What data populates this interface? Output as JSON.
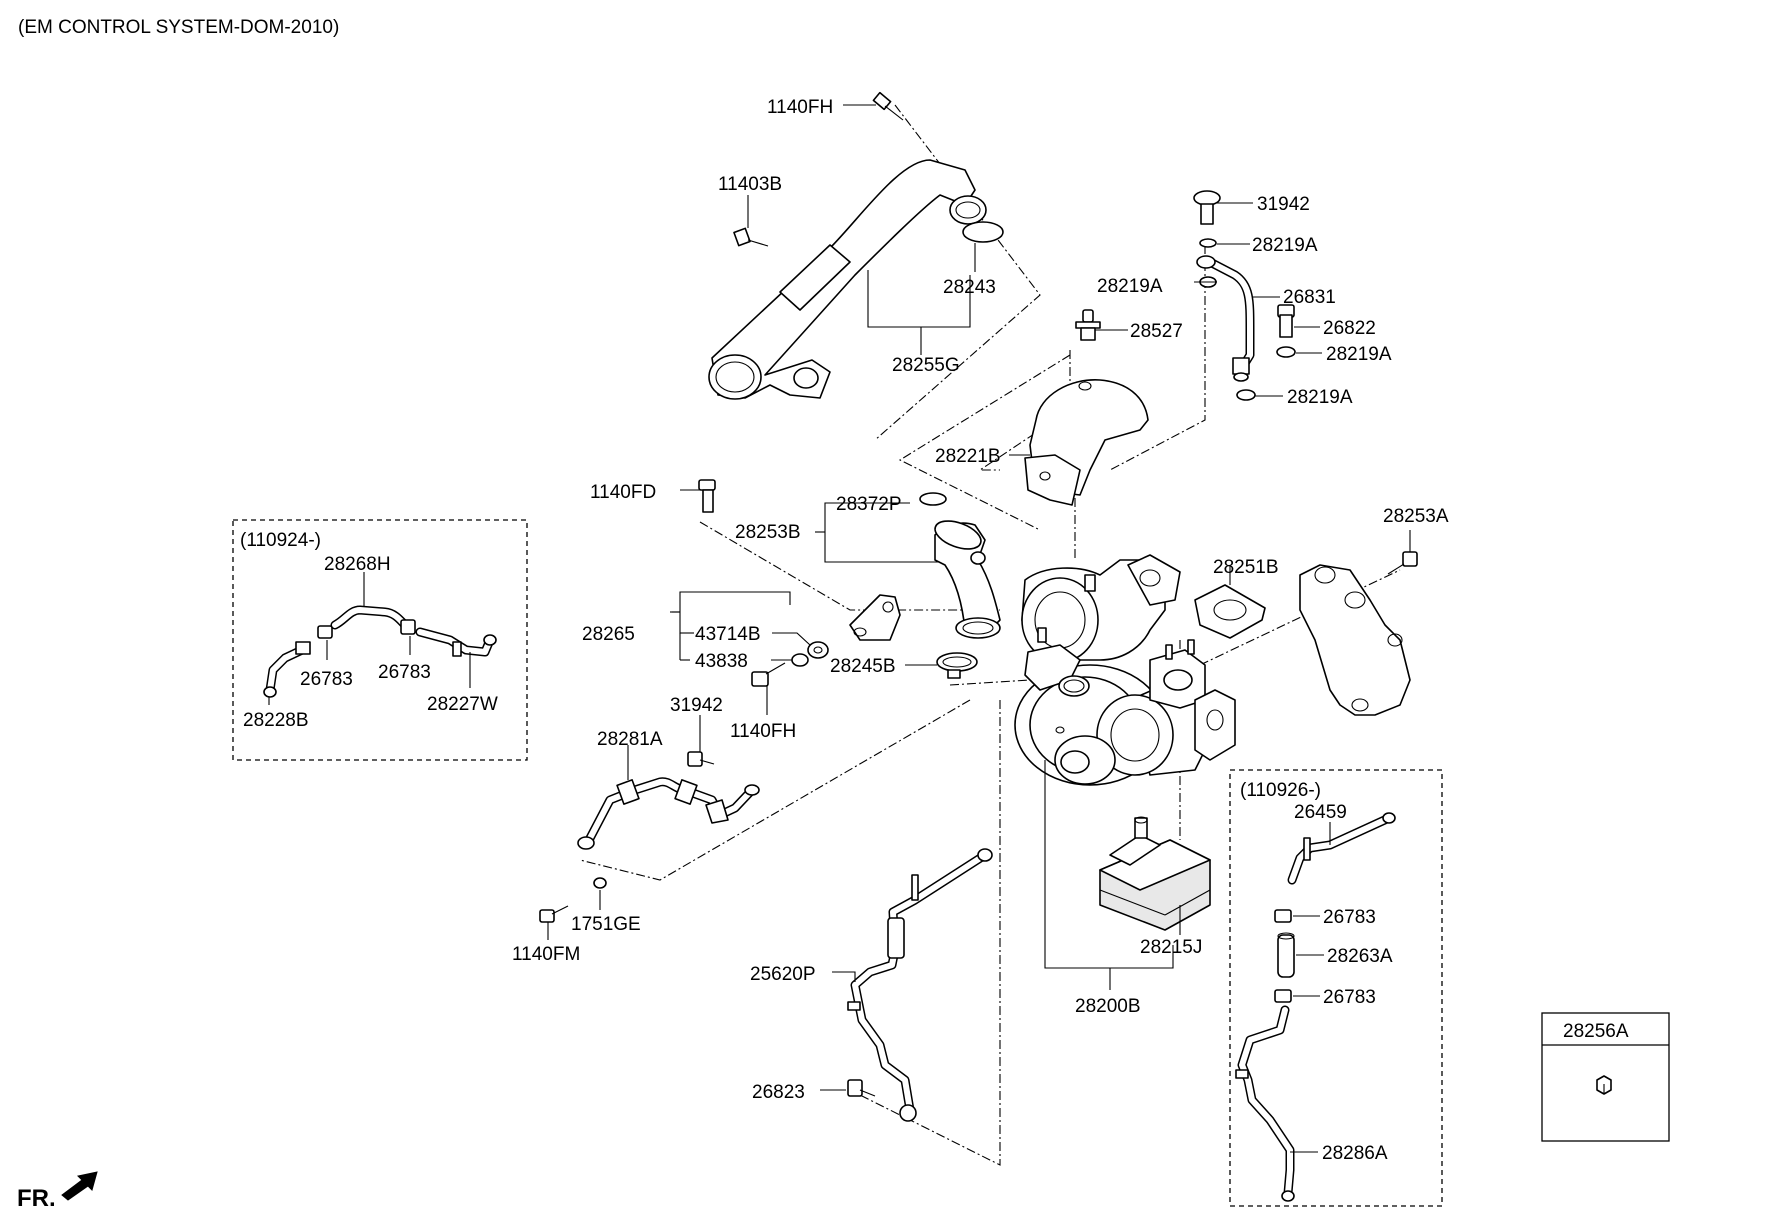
{
  "diagram": {
    "title": "(EM CONTROL SYSTEM-DOM-2010)",
    "front_label": "FR.",
    "parts": {
      "p1140FH_top": "1140FH",
      "p11403B": "11403B",
      "p28243": "28243",
      "p28255G": "28255G",
      "p31942_top": "31942",
      "p28219A_1": "28219A",
      "p28219A_2": "28219A",
      "p26831": "26831",
      "p28527": "28527",
      "p26822": "26822",
      "p28219A_3": "28219A",
      "p28219A_4": "28219A",
      "p28221B": "28221B",
      "p1140FD": "1140FD",
      "p28372P": "28372P",
      "p28253B": "28253B",
      "p28253A": "28253A",
      "p28251B": "28251B",
      "p28265": "28265",
      "p43714B": "43714B",
      "p43838": "43838",
      "p28245B": "28245B",
      "p1140FH_mid": "1140FH",
      "p31942_mid": "31942",
      "p28281A": "28281A",
      "p1751GE": "1751GE",
      "p1140FM": "1140FM",
      "p25620P": "25620P",
      "p26823": "26823",
      "p28215J": "28215J",
      "p28200B": "28200B",
      "p28256A": "28256A"
    },
    "variant_left": {
      "range": "(110924-)",
      "p28268H": "28268H",
      "p26783_a": "26783",
      "p26783_b": "26783",
      "p28228B": "28228B",
      "p28227W": "28227W"
    },
    "variant_right": {
      "range": "(110926-)",
      "p26459": "26459",
      "p26783_a": "26783",
      "p28263A": "28263A",
      "p26783_b": "26783",
      "p28286A": "28286A"
    }
  }
}
